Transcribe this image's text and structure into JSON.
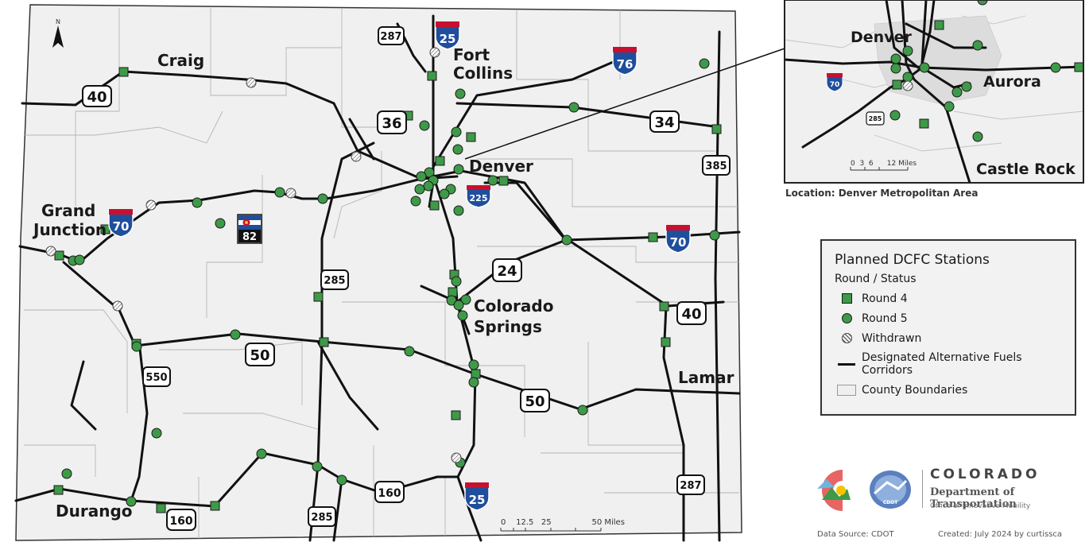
{
  "inset": {
    "caption": "Location: Denver Metropolitan Area",
    "labels": [
      "Denver",
      "Aurora",
      "Castle Rock"
    ],
    "scale_label": "0  3  6      12 Miles",
    "interstate": "70",
    "us_route": "285"
  },
  "map": {
    "cities": [
      "Craig",
      "Fort",
      "Collins",
      "Denver",
      "Grand",
      "Junction",
      "Colorado",
      "Springs",
      "Lamar",
      "Durango"
    ],
    "interstates": [
      "25",
      "76",
      "70",
      "70",
      "225",
      "25"
    ],
    "us_routes": [
      "287",
      "40",
      "36",
      "34",
      "385",
      "285",
      "24",
      "40",
      "50",
      "550",
      "50",
      "160",
      "160",
      "285",
      "287"
    ],
    "state_route": "82",
    "scale_label": "0    12.5   25                50 Miles",
    "north_label": "N"
  },
  "legend": {
    "title": "Planned DCFC Stations",
    "subtitle": "Round / Status",
    "items": [
      {
        "label": "Round 4",
        "symbol": "square"
      },
      {
        "label": "Round 5",
        "symbol": "circle"
      },
      {
        "label": "Withdrawn",
        "symbol": "hatched-circle"
      },
      {
        "label_line1": "Designated Alternative Fuels",
        "label_line2": "Corridors",
        "symbol": "line"
      },
      {
        "label": "County Boundaries",
        "symbol": "county"
      }
    ]
  },
  "logo": {
    "word": "COLORADO",
    "dept": "Department of Transportation",
    "office": "Office of Innovative Mobility",
    "badge": "CDOT"
  },
  "credits": {
    "source": "Data Source: CDOT",
    "created": "Created: July 2024 by curtissca"
  },
  "colors": {
    "station_fill": "#3e9a48",
    "corridor": "#111111",
    "county_line": "#b5b5b5",
    "interstate_blue": "#1f4e9c",
    "interstate_red": "#c8102e"
  }
}
